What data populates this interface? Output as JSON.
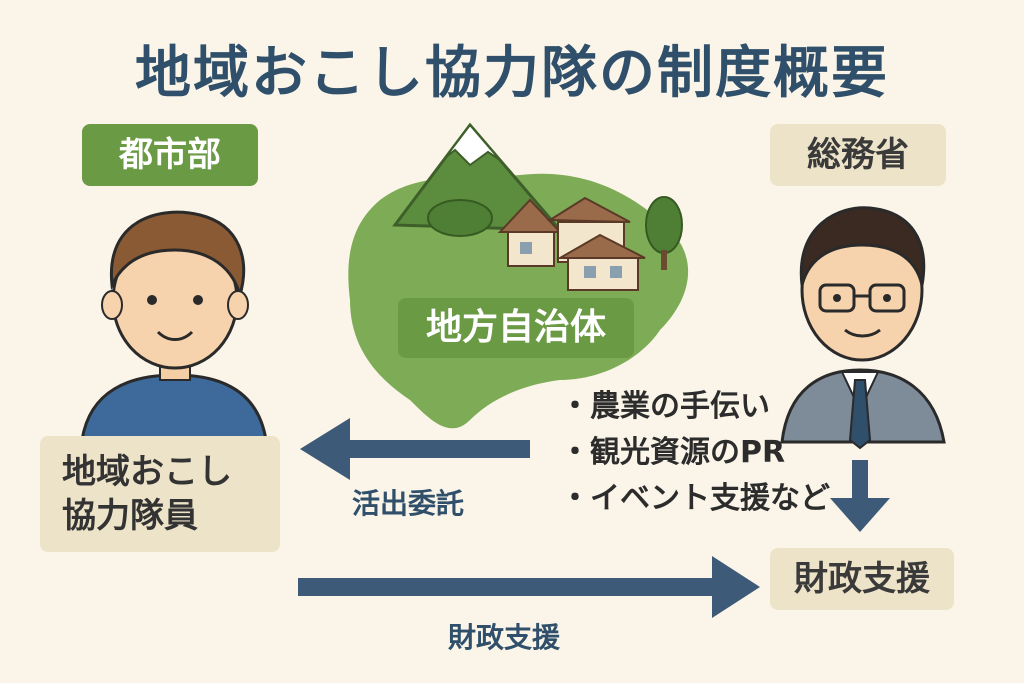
{
  "title": "地域おこし協力隊の制度概要",
  "urban": {
    "tag": "都市部"
  },
  "ministry": {
    "tag": "総務省"
  },
  "local_gov": {
    "tag": "地方自治体"
  },
  "member": {
    "line1": "地域おこし",
    "line2": "協力隊員"
  },
  "duties": [
    "農業の手伝い",
    "観光資源のPR",
    "イベント支援など"
  ],
  "support_box": "財政支援",
  "arrows": {
    "commission": "活出委託",
    "support": "財政支援"
  },
  "colors": {
    "title": "#2f4f6a",
    "green_tag": "#6b9a45",
    "beige_tag": "#ede3c8",
    "arrow": "#3d5a78",
    "land": "#7dab56",
    "background": "#faf5e8"
  },
  "icons": [
    "mountain-icon",
    "house-icon",
    "tree-icon",
    "young-man-icon",
    "official-man-icon"
  ]
}
